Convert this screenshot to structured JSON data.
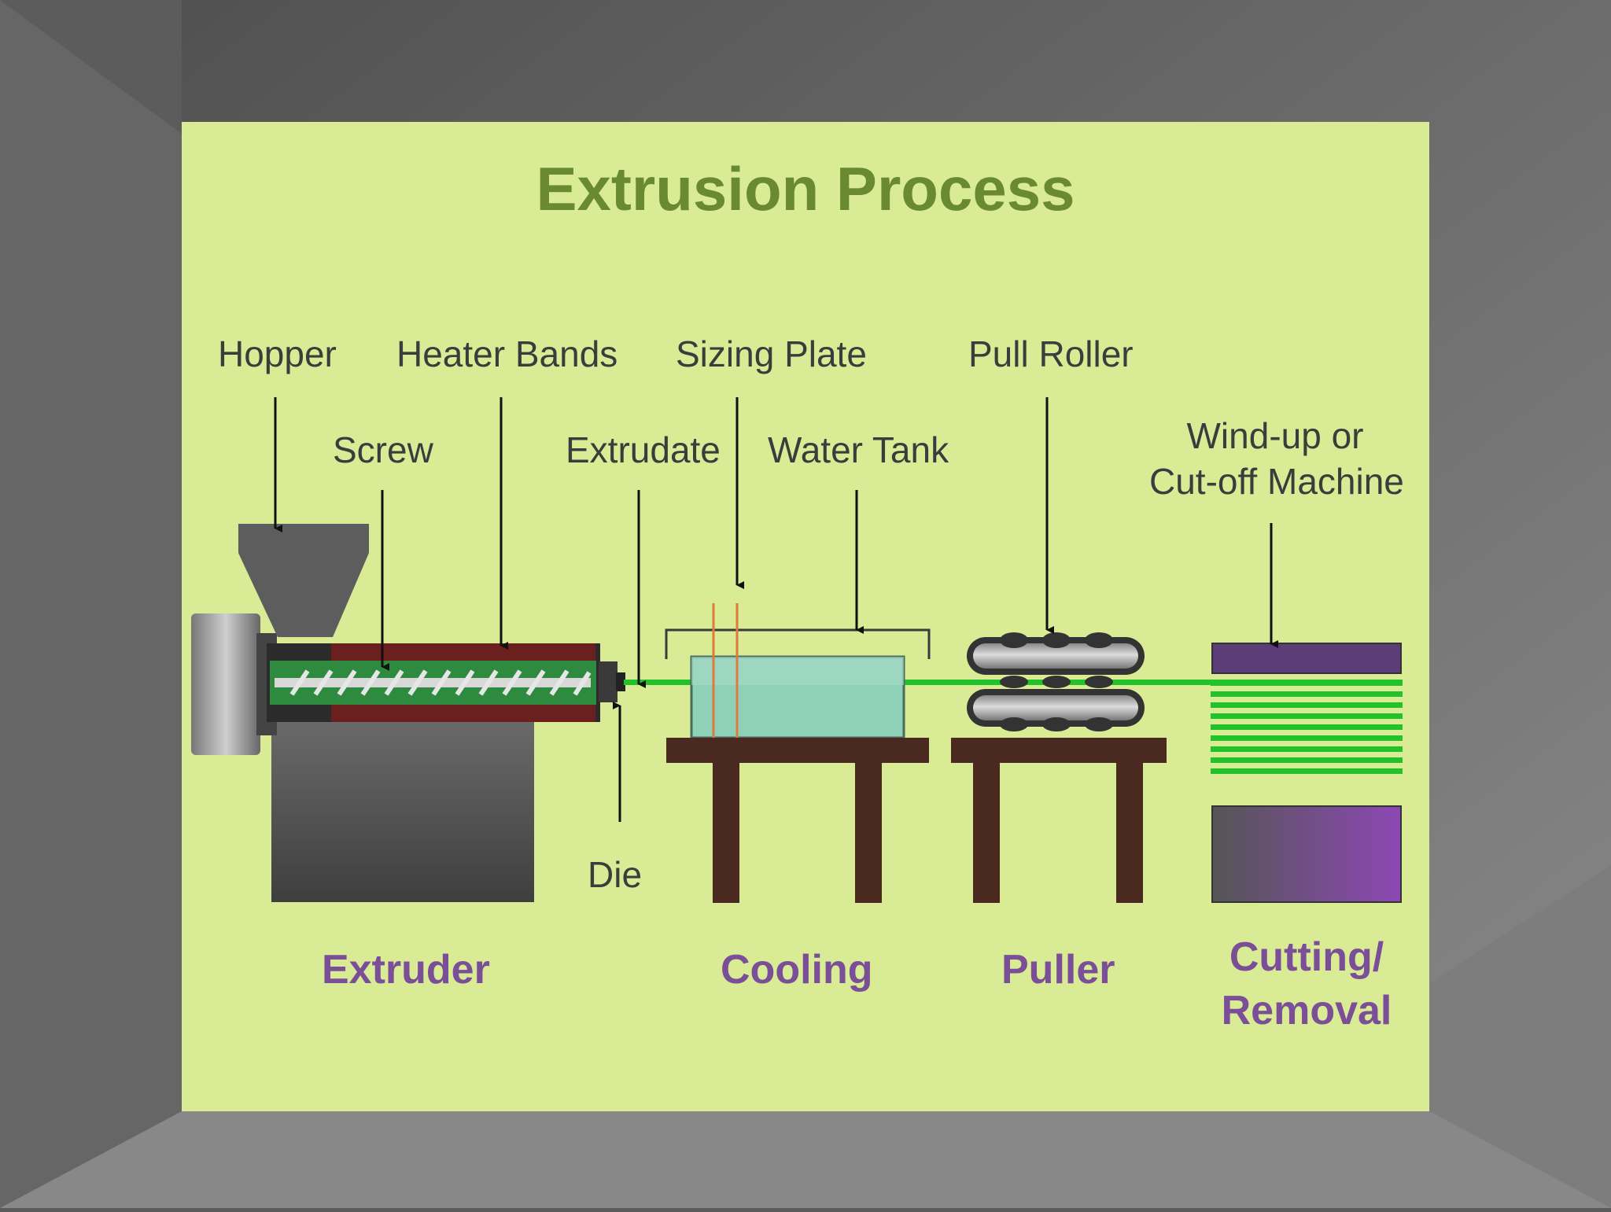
{
  "title": "Extrusion Process",
  "labels": {
    "hopper": "Hopper",
    "heater_bands": "Heater Bands",
    "sizing_plate": "Sizing Plate",
    "pull_roller": "Pull Roller",
    "screw": "Screw",
    "extrudate": "Extrudate",
    "water_tank": "Water Tank",
    "windup_line1": "Wind-up or",
    "windup_line2": "Cut-off Machine",
    "die": "Die"
  },
  "sections": {
    "extruder": "Extruder",
    "cooling": "Cooling",
    "puller": "Puller",
    "cutting_line1": "Cutting/",
    "cutting_line2": "Removal"
  },
  "colors": {
    "panel": "#d9ec95",
    "title": "#6a8a32",
    "section": "#7a4f98",
    "extrudate": "#22c22a",
    "wood": "#4a2a20",
    "water": "#8fd0b8",
    "machine": "#555555"
  }
}
